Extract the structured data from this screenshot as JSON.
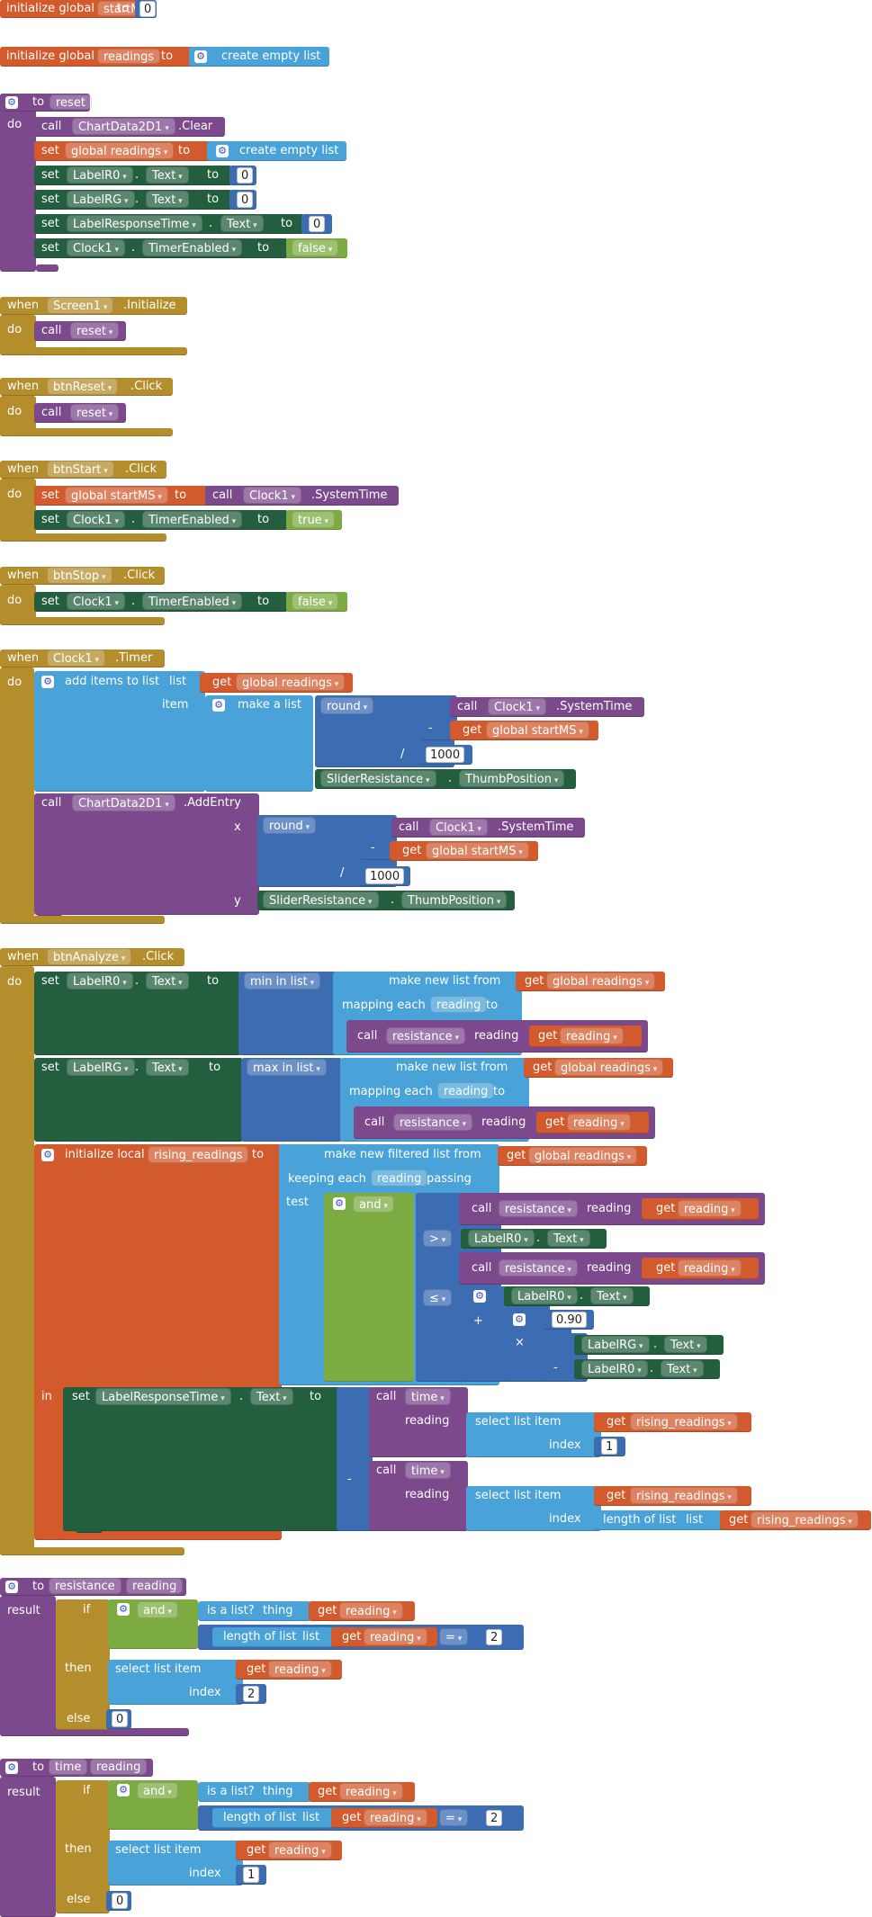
{
  "t": {
    "initGlobal": "initialize global",
    "to": "to",
    "do": "do",
    "call": "call",
    "set": "set",
    "get": "get",
    "when": "when",
    "result": "result",
    "if": "if",
    "then": "then",
    "else": "else",
    "in": "in",
    "item": "item",
    "x": "x",
    "y": "y",
    "list": "list",
    "index": "index",
    "thing": "thing",
    "test": "test",
    "reading": "reading",
    "createEmpty": "create empty list",
    "makeList": "make a list",
    "addItems": "add items to list",
    "selectItem": "select list item",
    "lengthOf": "length of list",
    "isList": "is a list?",
    "minIn": "min in list",
    "maxIn": "max in list",
    "makeNewFrom": "make new list from",
    "mappingEach": "mapping each",
    "makeFiltered": "make new filtered list from",
    "keepingEach": "keeping each",
    "passing": "passing",
    "initLocal": "initialize local",
    "round": "round",
    "and": "and",
    "minus": "-",
    "div": "/",
    "plus": "+",
    "times": "×",
    "gt": ">",
    "le": "≤",
    "eq": "=",
    "dot": "."
  },
  "names": {
    "startMS": "startMS",
    "readings": "readings",
    "reset": "reset",
    "chart": "ChartData2D1",
    "clear": ".Clear",
    "globalReadings": "global readings",
    "globalStartMS": "global startMS",
    "labelR0": "LabelR0",
    "labelRG": "LabelRG",
    "labelRT": "LabelResponseTime",
    "textProp": "Text",
    "clock": "Clock1",
    "timerEnabled": "TimerEnabled",
    "screen": "Screen1",
    "initialize": ".Initialize",
    "btnReset": "btnReset",
    "btnStart": "btnStart",
    "btnStop": "btnStop",
    "btnAnalyze": "btnAnalyze",
    "click": ".Click",
    "timer": ".Timer",
    "systemTime": ".SystemTime",
    "addEntry": ".AddEntry",
    "slider": "SliderResistance",
    "thumb": "ThumbPosition",
    "resistance": "resistance",
    "time": "time",
    "rising": "rising_readings",
    "reading": "reading"
  },
  "vals": {
    "zero": "0",
    "one": "1",
    "two": "2",
    "thousand": "1000",
    "ninety": "0.90",
    "falseV": "false",
    "trueV": "true"
  }
}
